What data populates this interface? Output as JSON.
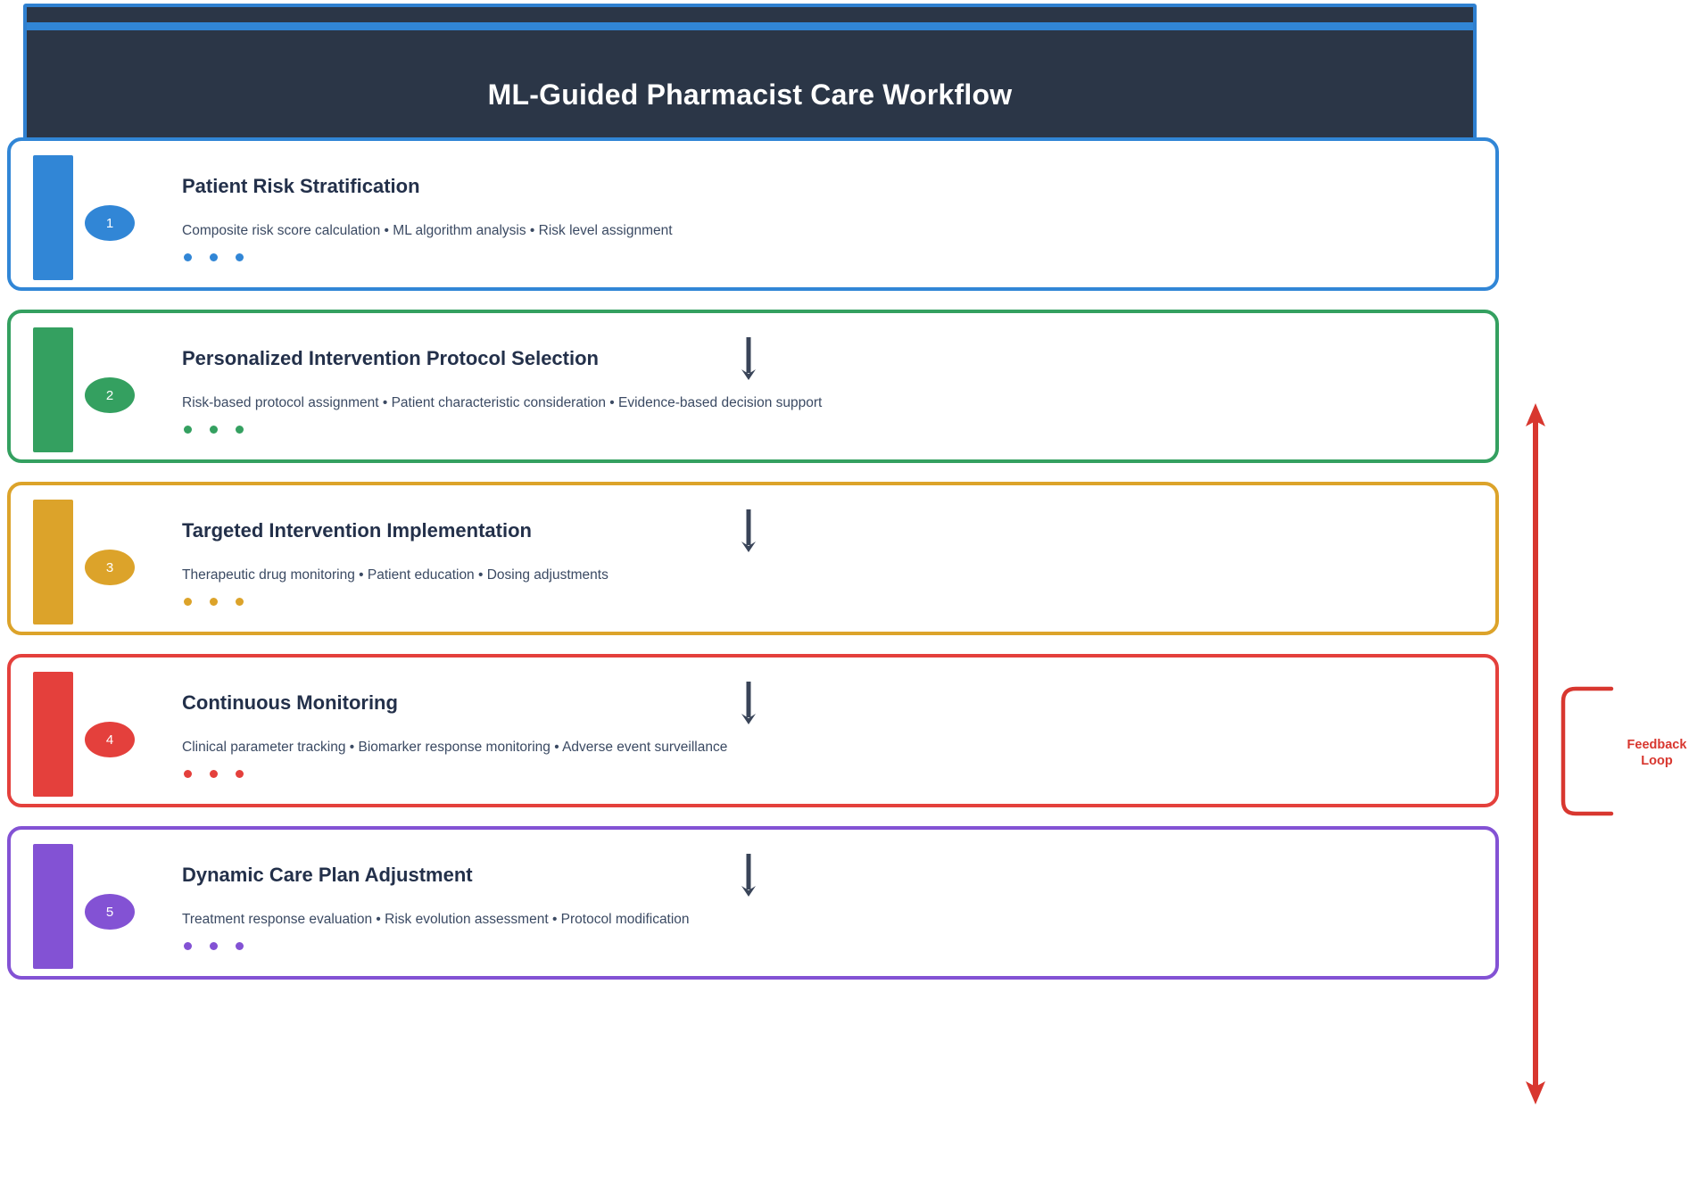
{
  "header": {
    "title": "ML-Guided Pharmacist Care Workflow",
    "frame_color": "#2f80d0",
    "band_color": "#3186d6",
    "background_color": "#2b3647"
  },
  "steps": [
    {
      "number": "1",
      "title": "Patient Risk Stratification",
      "description": "Composite risk score calculation • ML algorithm analysis • Risk level assignment",
      "color": "#3186d6"
    },
    {
      "number": "2",
      "title": "Personalized Intervention Protocol Selection",
      "description": "Risk-based protocol assignment • Patient characteristic consideration • Evidence-based decision support",
      "color": "#34a060"
    },
    {
      "number": "3",
      "title": "Targeted Intervention Implementation",
      "description": "Therapeutic drug monitoring • Patient education • Dosing adjustments",
      "color": "#dca32a"
    },
    {
      "number": "4",
      "title": "Continuous Monitoring",
      "description": "Clinical parameter tracking • Biomarker response monitoring • Adverse event surveillance",
      "color": "#e4403c"
    },
    {
      "number": "5",
      "title": "Dynamic Care Plan Adjustment",
      "description": "Treatment response evaluation • Risk evolution assessment • Protocol modification",
      "color": "#8352d4"
    }
  ],
  "feedback": {
    "label_line1": "Feedback",
    "label_line2": "Loop",
    "color": "#d8372f"
  },
  "connector": {
    "color": "#394458",
    "count": 4
  }
}
